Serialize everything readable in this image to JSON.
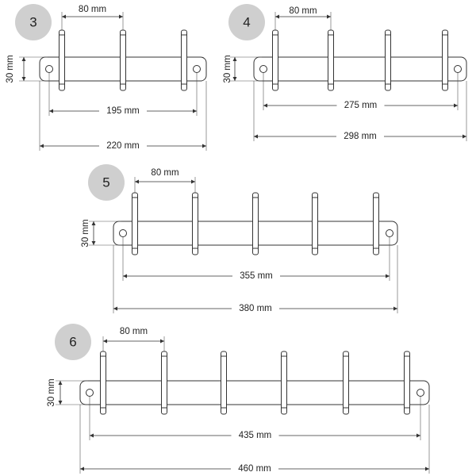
{
  "variants": [
    {
      "number": "3",
      "hook_count": 3,
      "spacing_label": "80 mm",
      "height_label": "30 mm",
      "inner_label": "195 mm",
      "total_label": "220 mm"
    },
    {
      "number": "4",
      "hook_count": 4,
      "spacing_label": "80 mm",
      "height_label": "30 mm",
      "inner_label": "275 mm",
      "total_label": "298 mm"
    },
    {
      "number": "5",
      "hook_count": 5,
      "spacing_label": "80 mm",
      "height_label": "30 mm",
      "inner_label": "355 mm",
      "total_label": "380 mm"
    },
    {
      "number": "6",
      "hook_count": 6,
      "spacing_label": "80 mm",
      "height_label": "30 mm",
      "inner_label": "435 mm",
      "total_label": "460 mm"
    }
  ],
  "colors": {
    "line": "#333333",
    "badge": "#cfcfcf"
  }
}
